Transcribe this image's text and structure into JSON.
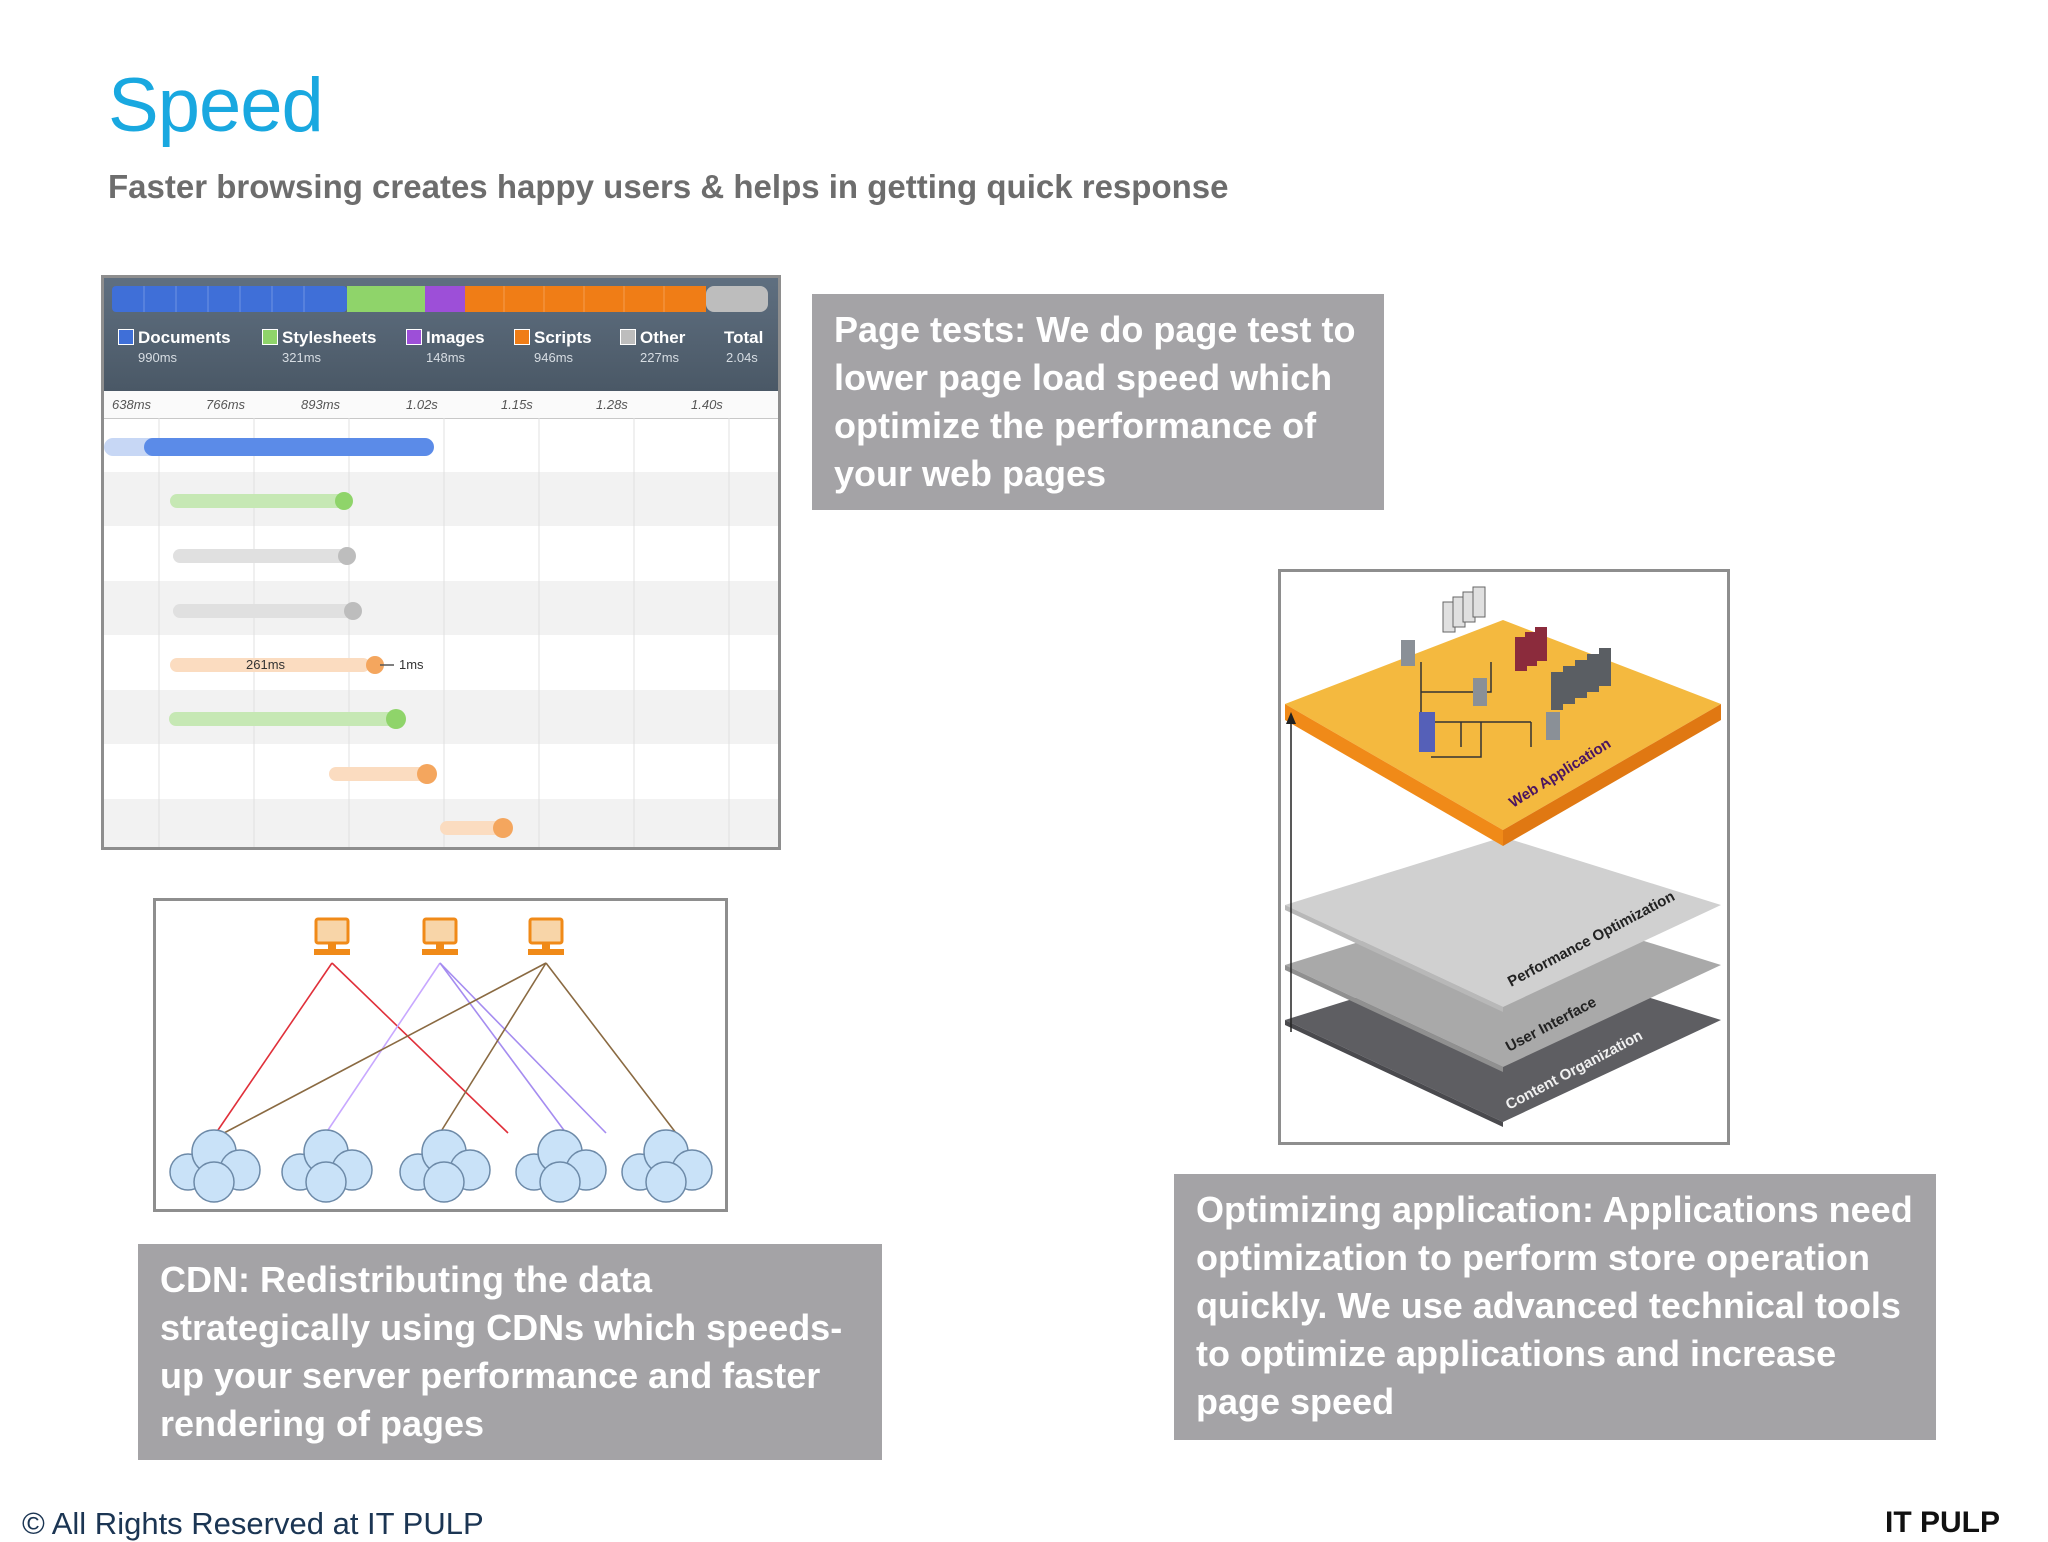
{
  "slide": {
    "title": "Speed",
    "subtitle": "Faster browsing creates happy users & helps in getting quick response"
  },
  "captions": {
    "page_tests": "Page tests:  We do page test to lower page load speed which optimize the performance of your web pages",
    "cdn": "CDN: Redistributing the data strategically using CDNs which speeds-up your server performance and faster rendering of pages",
    "optimizing": "Optimizing application: Applications need optimization to perform store operation quickly. We use advanced technical tools to optimize applications and increase page speed"
  },
  "waterfall": {
    "legend": [
      {
        "label": "Documents",
        "value": "990ms",
        "color": "#3f6fd8"
      },
      {
        "label": "Stylesheets",
        "value": "321ms",
        "color": "#8fd46a"
      },
      {
        "label": "Images",
        "value": "148ms",
        "color": "#9d4fd8"
      },
      {
        "label": "Scripts",
        "value": "946ms",
        "color": "#f07d16"
      },
      {
        "label": "Other",
        "value": "227ms",
        "color": "#bdbdbd"
      },
      {
        "label": "Total",
        "value": "2.04s",
        "color": ""
      }
    ],
    "ticks": [
      "638ms",
      "766ms",
      "893ms",
      "1.02s",
      "1.15s",
      "1.28s",
      "1.40s"
    ],
    "annotations": {
      "duration": "261ms",
      "wait": "1ms"
    }
  },
  "stack": {
    "layers": [
      "Web Application",
      "Performance Optimization",
      "User Interface",
      "Content Organization"
    ],
    "colors": {
      "web_top": "#f4b93f",
      "web_edge": "#f08a18",
      "perf": "#d0d0d0",
      "ui": "#a9a9a9",
      "content": "#5e5e62"
    }
  },
  "footer": {
    "copyright": "© All Rights Reserved at IT PULP",
    "brand": "IT PULP"
  }
}
